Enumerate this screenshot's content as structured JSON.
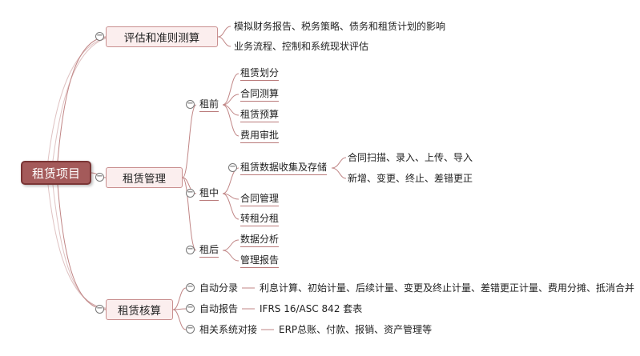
{
  "root": {
    "label": "租赁项目"
  },
  "branches": [
    {
      "label": "评估和准则测算",
      "items": [
        "模拟财务报告、税务策略、债务和租赁计划的影响",
        "业务流程、控制和系统现状评估"
      ]
    },
    {
      "label": "租赁管理",
      "phases": [
        {
          "label": "租前",
          "items": [
            "租赁划分",
            "合同测算",
            "租赁预算",
            "费用审批"
          ]
        },
        {
          "label": "租中",
          "group": {
            "label": "租赁数据收集及存储",
            "items": [
              "合同扫描、录入、上传、导入",
              "新增、变更、终止、差错更正"
            ]
          },
          "items": [
            "合同管理",
            "转租分租"
          ]
        },
        {
          "label": "租后",
          "items": [
            "数据分析",
            "管理报告"
          ]
        }
      ]
    },
    {
      "label": "租赁核算",
      "items": [
        {
          "label": "自动分录",
          "detail": "利息计算、初始计量、后续计量、变更及终止计量、差错更正计量、费用分摊、抵消合并"
        },
        {
          "label": "自动报告",
          "detail": "IFRS 16/ASC 842 套表"
        },
        {
          "label": "相关系统对接",
          "detail": "ERP总账、付款、报销、资产管理等"
        }
      ]
    }
  ],
  "colors": {
    "line": "#c08585",
    "root_fill": "#a45a5a",
    "branch_fill": "#fbeeee"
  }
}
